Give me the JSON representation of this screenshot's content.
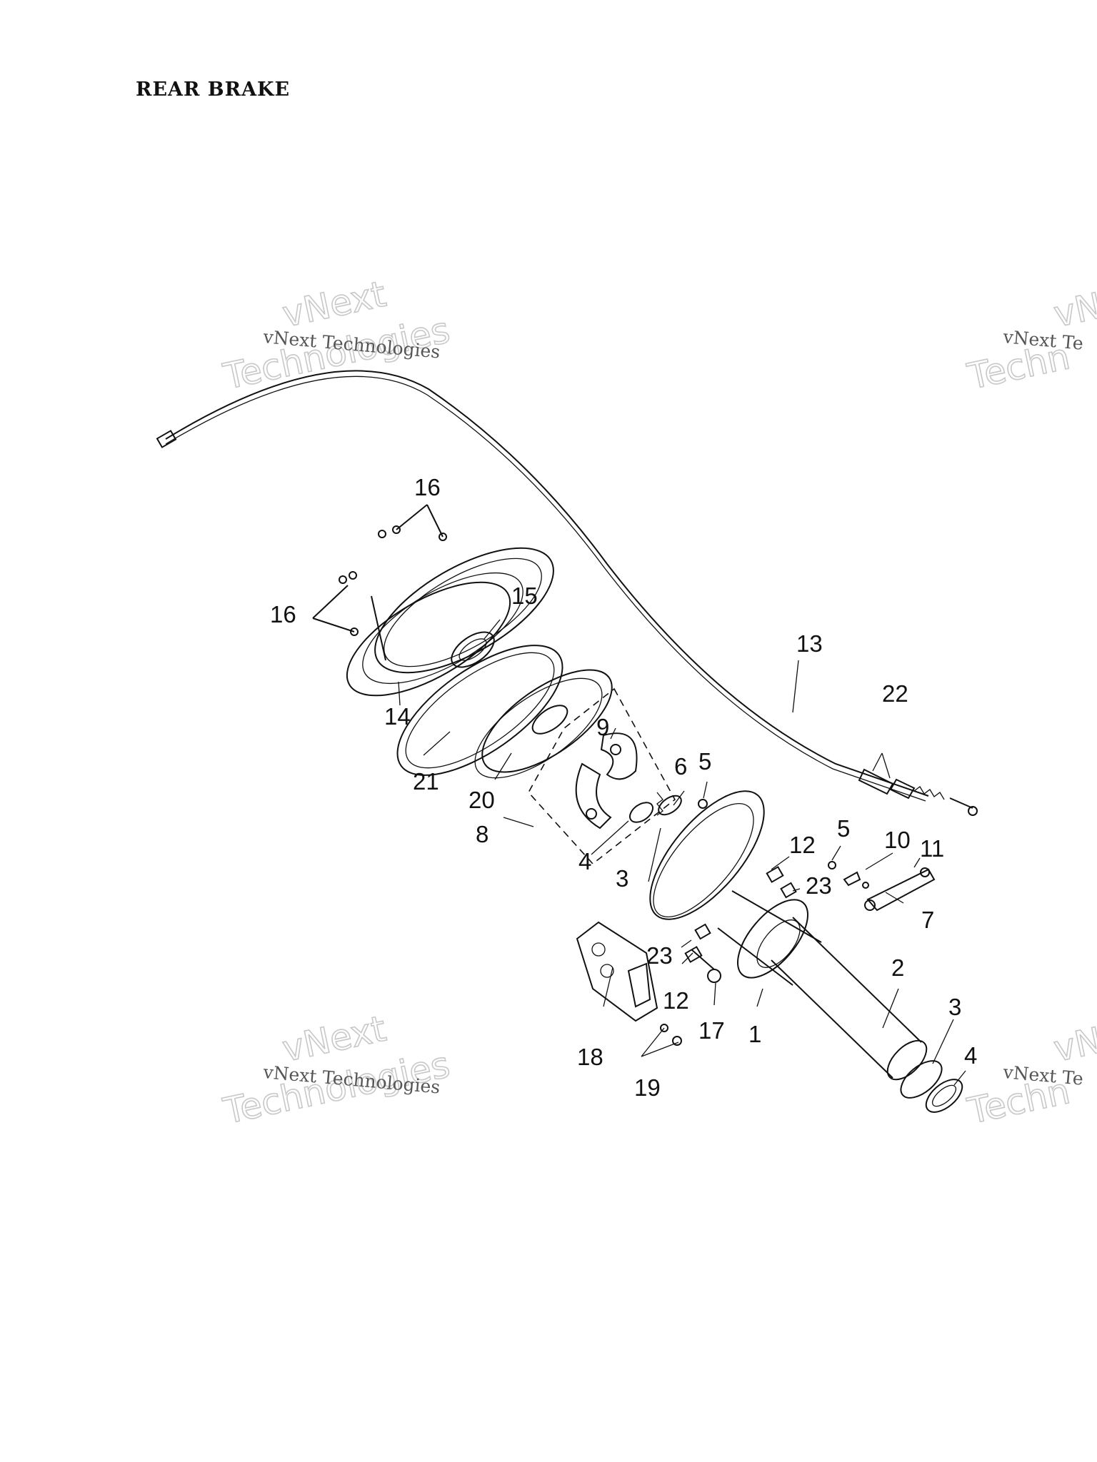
{
  "title": "REAR BRAKE",
  "watermark": {
    "small": "vNext Technologies",
    "big_line1": "vNext",
    "big_line2": "Technologies",
    "small_partial": "vNext Te",
    "big_partial_line1": "vN",
    "big_partial_line2": "Techn"
  },
  "callouts": {
    "p1": "1",
    "p2": "2",
    "p3a": "3",
    "p3b": "3",
    "p4a": "4",
    "p4b": "4",
    "p5a": "5",
    "p5b": "5",
    "p6": "6",
    "p7": "7",
    "p8": "8",
    "p9": "9",
    "p10": "10",
    "p11": "11",
    "p12a": "12",
    "p12b": "12",
    "p13": "13",
    "p14": "14",
    "p15": "15",
    "p16a": "16",
    "p16b": "16",
    "p17": "17",
    "p18": "18",
    "p19": "19",
    "p20": "20",
    "p21": "21",
    "p22": "22",
    "p23a": "23",
    "p23b": "23"
  }
}
